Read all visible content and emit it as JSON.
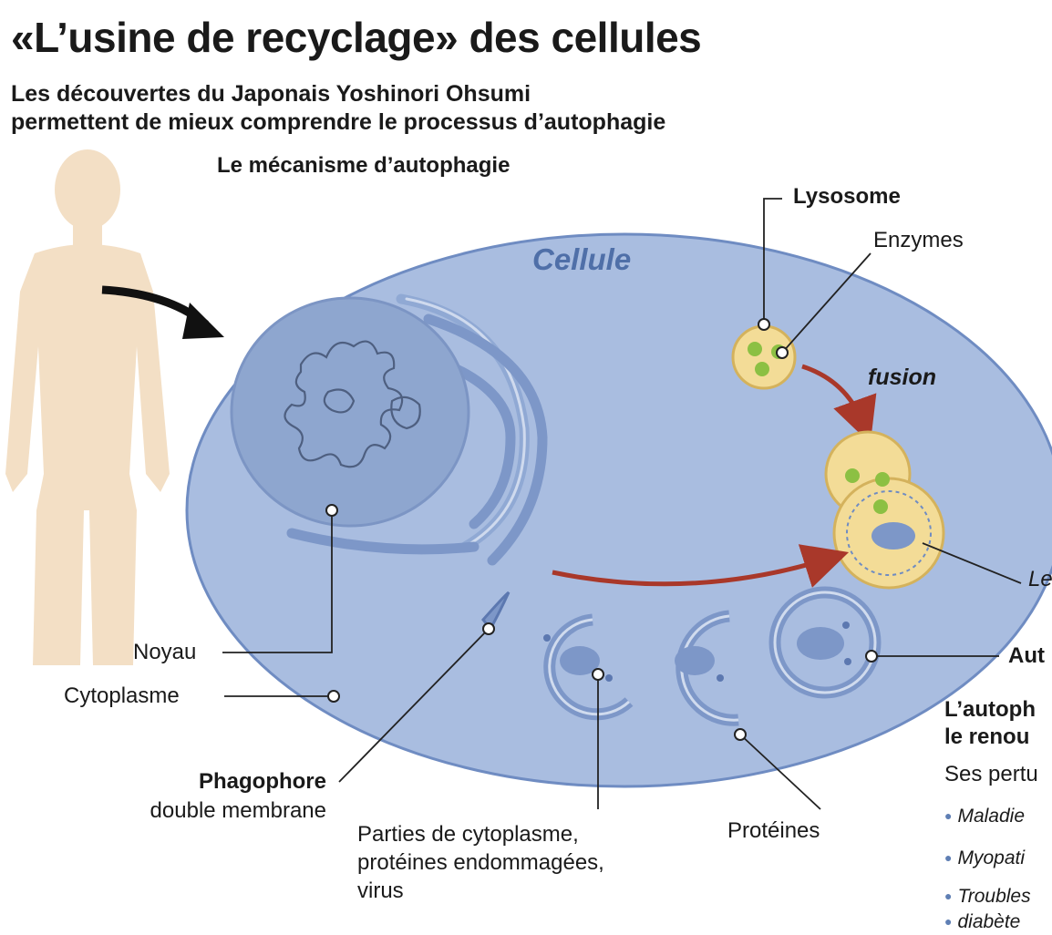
{
  "title": "«L’usine de recyclage» des cellules",
  "subtitle": "Les découvertes du Japonais Yoshinori Ohsumi\npermettent de mieux comprendre le processus d’autophagie",
  "section_title": "Le mécanisme d’autophagie",
  "labels": {
    "cellule": "Cellule",
    "lysosome": "Lysosome",
    "enzymes": "Enzymes",
    "fusion": "fusion",
    "le": "Le",
    "aut": "Aut",
    "noyau": "Noyau",
    "cytoplasme": "Cytoplasme",
    "phagophore": "Phagophore",
    "double_membrane": "double membrane",
    "parties": "Parties de cytoplasme,\nprotéines endommagées,\nvirus",
    "proteines": "Protéines"
  },
  "side_text": {
    "heading": "L’autoph\nle renou",
    "body": "Ses pertu",
    "bullets": [
      "Maladie",
      "Myopati",
      "Troubles",
      "diabète"
    ]
  },
  "colors": {
    "cell_fill": "#a9bde0",
    "cell_stroke": "#6f8cc2",
    "nucleus_fill": "#8ea6cf",
    "lysosome_fill": "#f3dc97",
    "arrow_red": "#a9382a",
    "enzyme_green": "#8cc043",
    "human_skin": "#f3dfc5"
  }
}
